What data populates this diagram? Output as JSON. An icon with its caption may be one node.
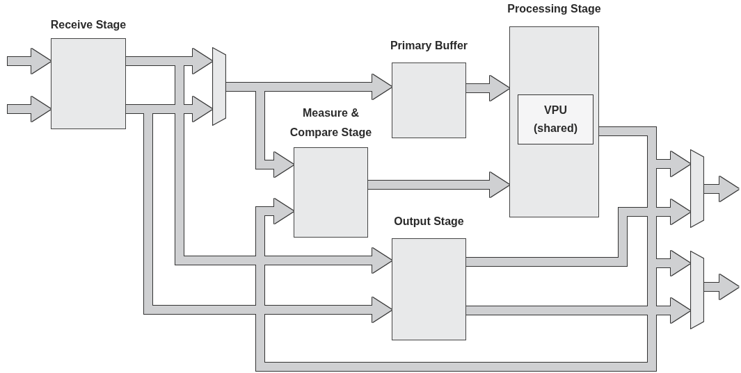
{
  "diagram": {
    "nodes": [
      {
        "text": [
          "Receive Stage"
        ]
      },
      {
        "text": [],
        "shape": "trapezoid"
      },
      {
        "text": [
          "Primary Buffer"
        ]
      },
      {
        "text": [
          "Processing Stage"
        ]
      },
      {
        "text": [
          "VPU (shared)"
        ],
        "in": 3
      },
      {
        "text": [
          "Measure & Compare Stage"
        ]
      },
      {
        "text": [
          "Output Stage"
        ]
      },
      {
        "text": [],
        "shape": "trapezoid"
      },
      {
        "text": [],
        "shape": "trapezoid"
      }
    ],
    "edges": [
      {
        "from": null,
        "to": 0,
        "arrow": "to"
      },
      {
        "from": null,
        "to": 0,
        "arrow": "to"
      },
      {
        "from": 0,
        "to": 1,
        "arrow": "to"
      },
      {
        "from": 0,
        "to": 1,
        "arrow": "to"
      },
      {
        "from": 0,
        "to": 6,
        "arrow": "to"
      },
      {
        "from": 0,
        "to": 6,
        "arrow": "to"
      },
      {
        "from": 1,
        "to": 2,
        "arrow": "to"
      },
      {
        "from": 1,
        "to": 5,
        "arrow": "to"
      },
      {
        "from": 2,
        "to": 3,
        "arrow": "to"
      },
      {
        "from": 5,
        "to": 3,
        "arrow": "to"
      },
      {
        "from": 3,
        "to": 7,
        "arrow": "to"
      },
      {
        "from": 3,
        "to": 8,
        "arrow": "to"
      },
      {
        "from": 3,
        "to": 5,
        "arrow": "to"
      },
      {
        "from": 6,
        "to": 7,
        "arrow": "to"
      },
      {
        "from": 6,
        "to": 8,
        "arrow": "to"
      },
      {
        "from": 7,
        "to": null,
        "arrow": "to"
      },
      {
        "from": 8,
        "to": null,
        "arrow": "to"
      }
    ]
  }
}
